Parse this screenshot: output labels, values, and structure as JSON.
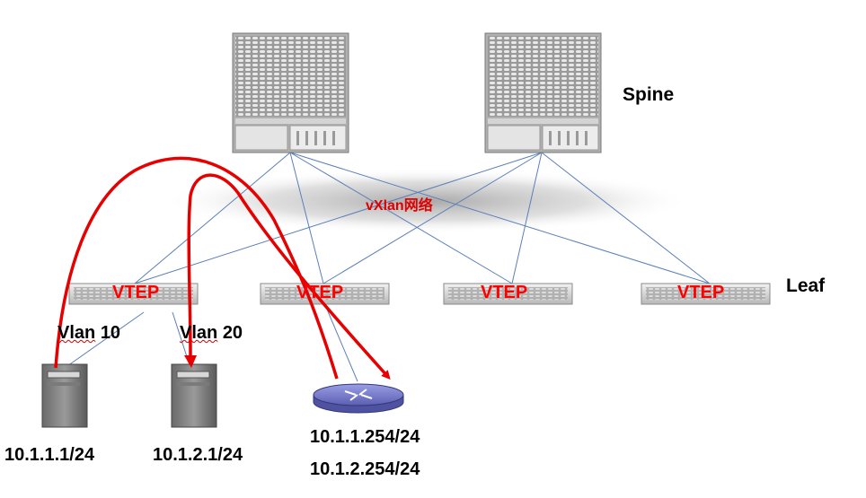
{
  "spine_label": "Spine",
  "leaf_label": "Leaf",
  "network_label": "vXlan网络",
  "vtep_labels": [
    "VTEP",
    "VTEP",
    "VTEP",
    "VTEP"
  ],
  "vlan_labels": {
    "vlan10_word": "Vlan",
    "vlan10_num": "10",
    "vlan20_word": "Vlan",
    "vlan20_num": "20"
  },
  "hosts": {
    "host1_ip": "10.1.1.1/24",
    "host2_ip": "10.1.2.1/24"
  },
  "router": {
    "ip_a": "10.1.1.254/24",
    "ip_b": "10.1.2.254/24"
  },
  "colors": {
    "link": "#5b7fb8",
    "traffic": "#e60000",
    "vtep_text": "#ff0000",
    "router": "#7b7fd0"
  }
}
